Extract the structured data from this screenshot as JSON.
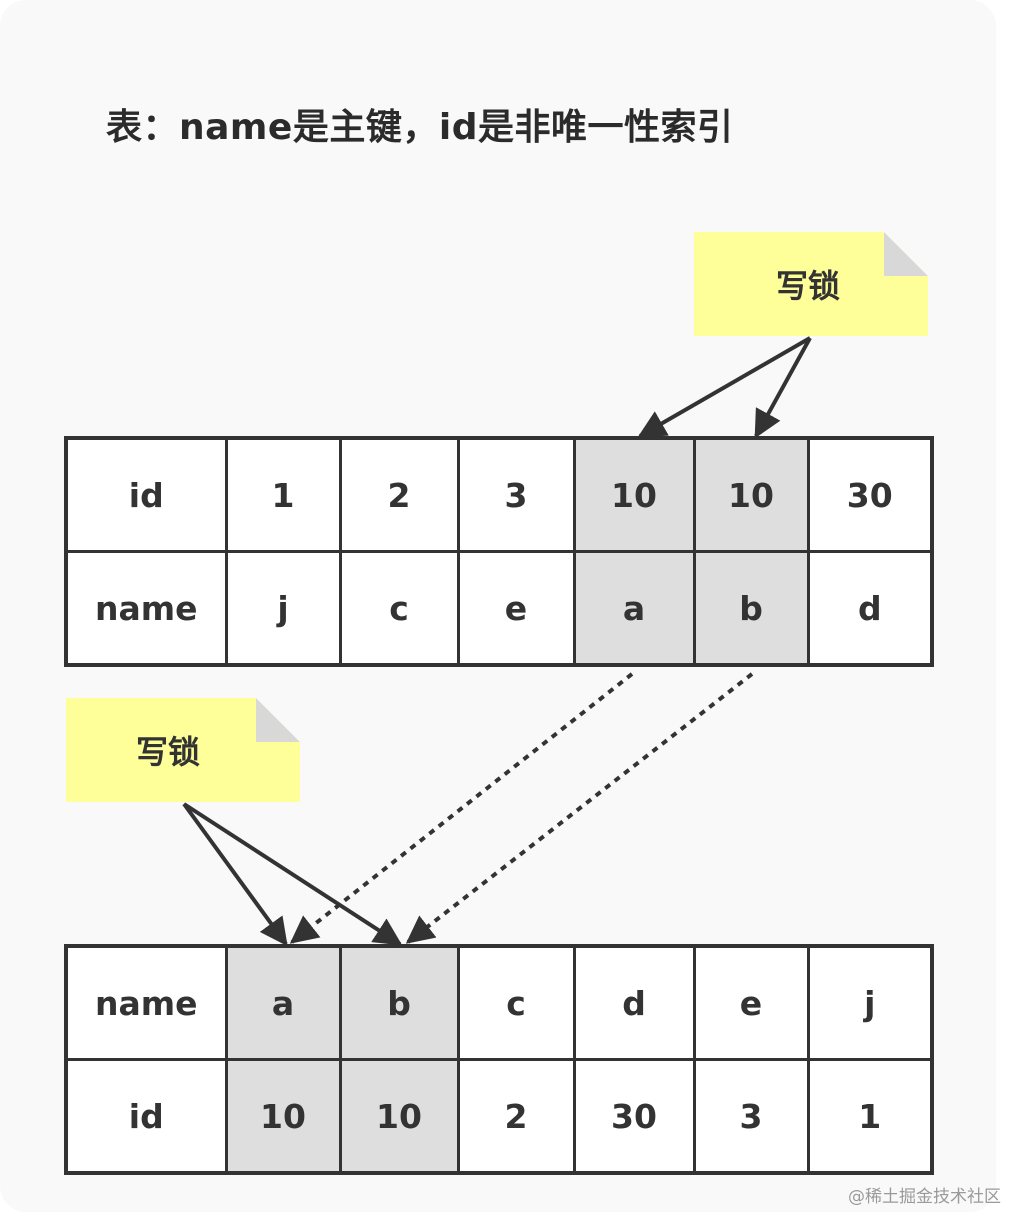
{
  "title": "表：name是主键，id是非唯一性索引",
  "notes": {
    "top": "写锁",
    "bottom": "写锁"
  },
  "top_table": {
    "rows": [
      [
        "id",
        "1",
        "2",
        "3",
        "10",
        "10",
        "30"
      ],
      [
        "name",
        "j",
        "c",
        "e",
        "a",
        "b",
        "d"
      ]
    ],
    "highlighted_columns": [
      4,
      5
    ]
  },
  "bottom_table": {
    "rows": [
      [
        "name",
        "a",
        "b",
        "c",
        "d",
        "e",
        "j"
      ],
      [
        "id",
        "10",
        "10",
        "2",
        "30",
        "3",
        "1"
      ]
    ],
    "highlighted_columns": [
      1,
      2
    ]
  },
  "colors": {
    "highlight": "#dedede",
    "note": "#ffff99",
    "line": "#333333"
  },
  "watermark": "@稀土掘金技术社区"
}
